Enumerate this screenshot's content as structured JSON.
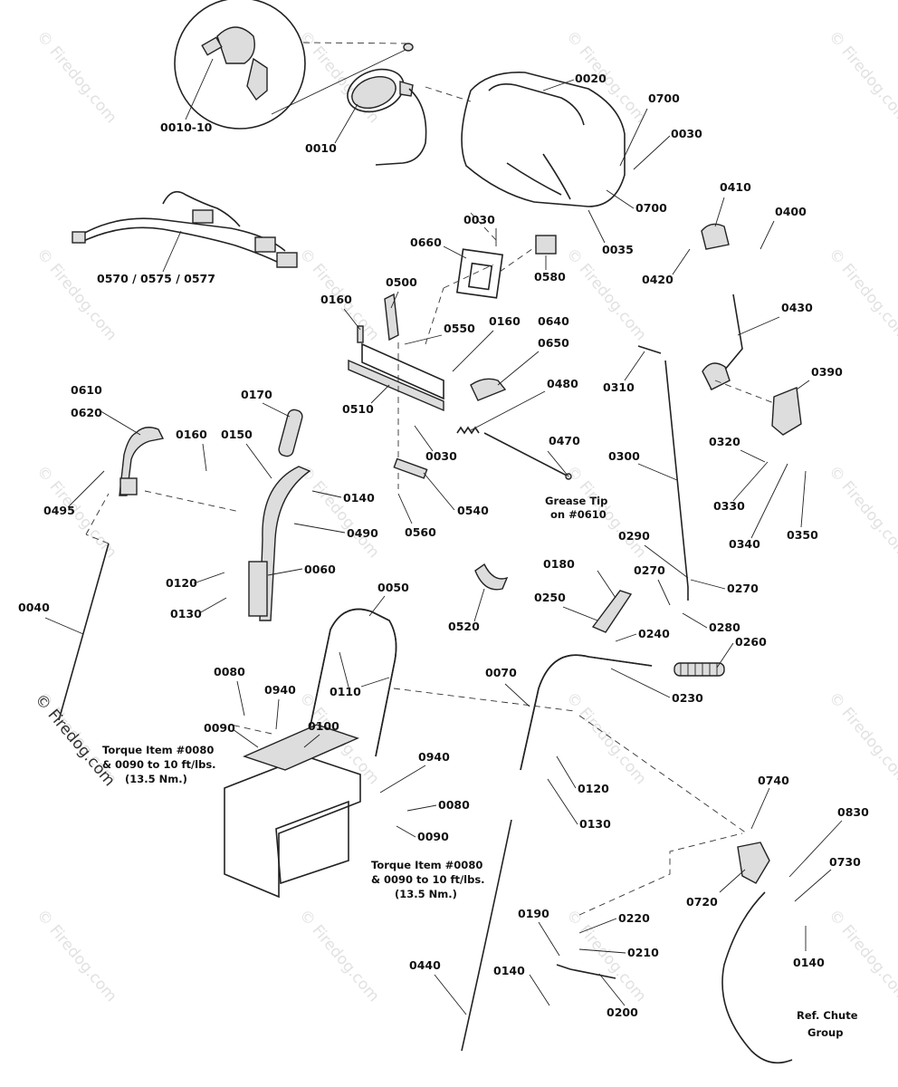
{
  "watermark": {
    "text": "© Firedog.com",
    "color": "#e2e2e2"
  },
  "labels": [
    {
      "id": "l-0010-10",
      "text": "0010-10"
    },
    {
      "id": "l-0010",
      "text": "0010"
    },
    {
      "id": "l-0020",
      "text": "0020"
    },
    {
      "id": "l-0700a",
      "text": "0700"
    },
    {
      "id": "l-0030a",
      "text": "0030"
    },
    {
      "id": "l-0700b",
      "text": "0700"
    },
    {
      "id": "l-0035",
      "text": "0035"
    },
    {
      "id": "l-0410",
      "text": "0410"
    },
    {
      "id": "l-0400",
      "text": "0400"
    },
    {
      "id": "l-0420",
      "text": "0420"
    },
    {
      "id": "l-0570",
      "text": "0570 / 0575 / 0577"
    },
    {
      "id": "l-0030b",
      "text": "0030"
    },
    {
      "id": "l-0660",
      "text": "0660"
    },
    {
      "id": "l-0580",
      "text": "0580"
    },
    {
      "id": "l-0500",
      "text": "0500"
    },
    {
      "id": "l-0160a",
      "text": "0160"
    },
    {
      "id": "l-0550",
      "text": "0550"
    },
    {
      "id": "l-0160b",
      "text": "0160"
    },
    {
      "id": "l-0640",
      "text": "0640"
    },
    {
      "id": "l-0650",
      "text": "0650"
    },
    {
      "id": "l-0430",
      "text": "0430"
    },
    {
      "id": "l-0510",
      "text": "0510"
    },
    {
      "id": "l-0480",
      "text": "0480"
    },
    {
      "id": "l-0310",
      "text": "0310"
    },
    {
      "id": "l-0390",
      "text": "0390"
    },
    {
      "id": "l-0610",
      "text": "0610"
    },
    {
      "id": "l-0620",
      "text": "0620"
    },
    {
      "id": "l-0170",
      "text": "0170"
    },
    {
      "id": "l-0160c",
      "text": "0160"
    },
    {
      "id": "l-0150",
      "text": "0150"
    },
    {
      "id": "l-0030c",
      "text": "0030"
    },
    {
      "id": "l-0470",
      "text": "0470"
    },
    {
      "id": "l-0300",
      "text": "0300"
    },
    {
      "id": "l-0320",
      "text": "0320"
    },
    {
      "id": "l-0140a",
      "text": "0140"
    },
    {
      "id": "l-0495",
      "text": "0495"
    },
    {
      "id": "l-0540",
      "text": "0540"
    },
    {
      "id": "l-0560",
      "text": "0560"
    },
    {
      "id": "l-0490",
      "text": "0490"
    },
    {
      "id": "l-0330",
      "text": "0330"
    },
    {
      "id": "l-0340",
      "text": "0340"
    },
    {
      "id": "l-0350",
      "text": "0350"
    },
    {
      "id": "l-0060",
      "text": "0060"
    },
    {
      "id": "l-0290",
      "text": "0290"
    },
    {
      "id": "l-0180",
      "text": "0180"
    },
    {
      "id": "l-0120a",
      "text": "0120"
    },
    {
      "id": "l-0270a",
      "text": "0270"
    },
    {
      "id": "l-0270b",
      "text": "0270"
    },
    {
      "id": "l-0040",
      "text": "0040"
    },
    {
      "id": "l-0130a",
      "text": "0130"
    },
    {
      "id": "l-0050",
      "text": "0050"
    },
    {
      "id": "l-0250",
      "text": "0250"
    },
    {
      "id": "l-0280",
      "text": "0280"
    },
    {
      "id": "l-0520",
      "text": "0520"
    },
    {
      "id": "l-0240",
      "text": "0240"
    },
    {
      "id": "l-0260",
      "text": "0260"
    },
    {
      "id": "l-0070",
      "text": "0070"
    },
    {
      "id": "l-0110",
      "text": "0110"
    },
    {
      "id": "l-0080a",
      "text": "0080"
    },
    {
      "id": "l-0940a",
      "text": "0940"
    },
    {
      "id": "l-0230",
      "text": "0230"
    },
    {
      "id": "l-0090a",
      "text": "0090"
    },
    {
      "id": "l-0100",
      "text": "0100"
    },
    {
      "id": "l-0940b",
      "text": "0940"
    },
    {
      "id": "l-0120b",
      "text": "0120"
    },
    {
      "id": "l-0080b",
      "text": "0080"
    },
    {
      "id": "l-0130b",
      "text": "0130"
    },
    {
      "id": "l-0090b",
      "text": "0090"
    },
    {
      "id": "l-0740",
      "text": "0740"
    },
    {
      "id": "l-0830",
      "text": "0830"
    },
    {
      "id": "l-0730",
      "text": "0730"
    },
    {
      "id": "l-0720",
      "text": "0720"
    },
    {
      "id": "l-0190",
      "text": "0190"
    },
    {
      "id": "l-0220",
      "text": "0220"
    },
    {
      "id": "l-0210",
      "text": "0210"
    },
    {
      "id": "l-0440",
      "text": "0440"
    },
    {
      "id": "l-0140b",
      "text": "0140"
    },
    {
      "id": "l-0140c",
      "text": "0140"
    },
    {
      "id": "l-0200",
      "text": "0200"
    }
  ],
  "notes": {
    "grease_tip": [
      "Grease Tip",
      "on #0610"
    ],
    "torque_left": [
      "Torque Item #0080",
      "& 0090 to 10 ft/lbs.",
      "(13.5 Nm.)"
    ],
    "torque_right": [
      "Torque Item #0080",
      "& 0090 to 10 ft/lbs.",
      "(13.5 Nm.)"
    ],
    "ref_chute": [
      "Ref. Chute",
      "Group"
    ]
  },
  "logo_text": "© Firedog.com"
}
